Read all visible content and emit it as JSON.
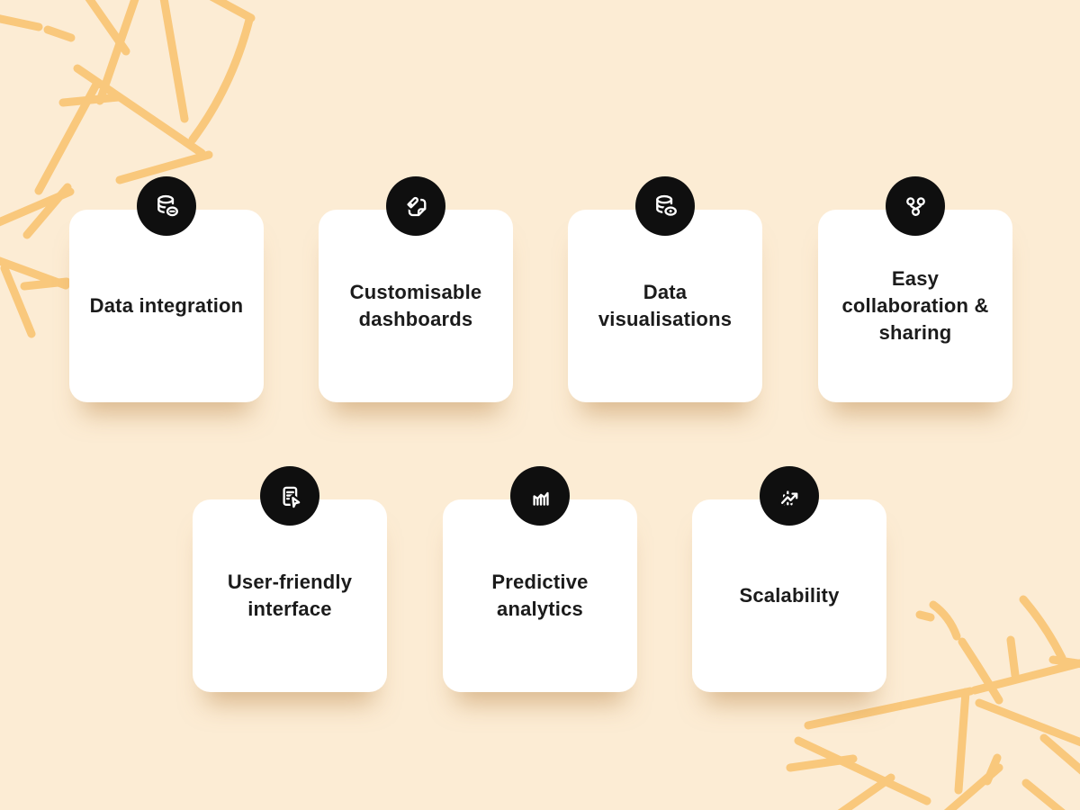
{
  "colors": {
    "background": "#fcecd4",
    "pattern": "#f9c87c",
    "card": "#ffffff",
    "badge": "#0f0f0f",
    "text": "#1b1b1b"
  },
  "cards": [
    {
      "label": "Data integration",
      "icon": "database-link-icon"
    },
    {
      "label": "Customisable dashboards",
      "icon": "edit-note-icon"
    },
    {
      "label": "Data visualisations",
      "icon": "database-view-icon"
    },
    {
      "label": "Easy collaboration & sharing",
      "icon": "share-network-icon"
    },
    {
      "label": "User-friendly interface",
      "icon": "document-cursor-icon"
    },
    {
      "label": "Predictive analytics",
      "icon": "bar-chart-line-icon"
    },
    {
      "label": "Scalability",
      "icon": "growth-arrow-icon"
    }
  ]
}
